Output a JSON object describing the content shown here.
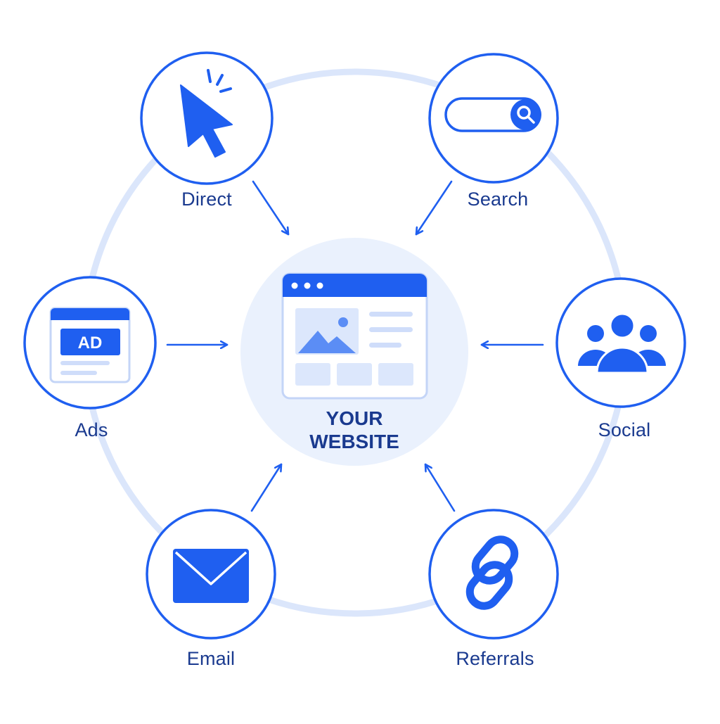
{
  "center": {
    "line1": "YOUR",
    "line2": "WEBSITE"
  },
  "sources": {
    "direct": "Direct",
    "search": "Search",
    "ads": "Ads",
    "ad_badge": "AD",
    "social": "Social",
    "email": "Email",
    "referrals": "Referrals"
  },
  "colors": {
    "primary": "#1f5ff0",
    "ring": "#dbe6fb",
    "center_fill": "#eaf1fd",
    "text": "#1a3a8f"
  }
}
